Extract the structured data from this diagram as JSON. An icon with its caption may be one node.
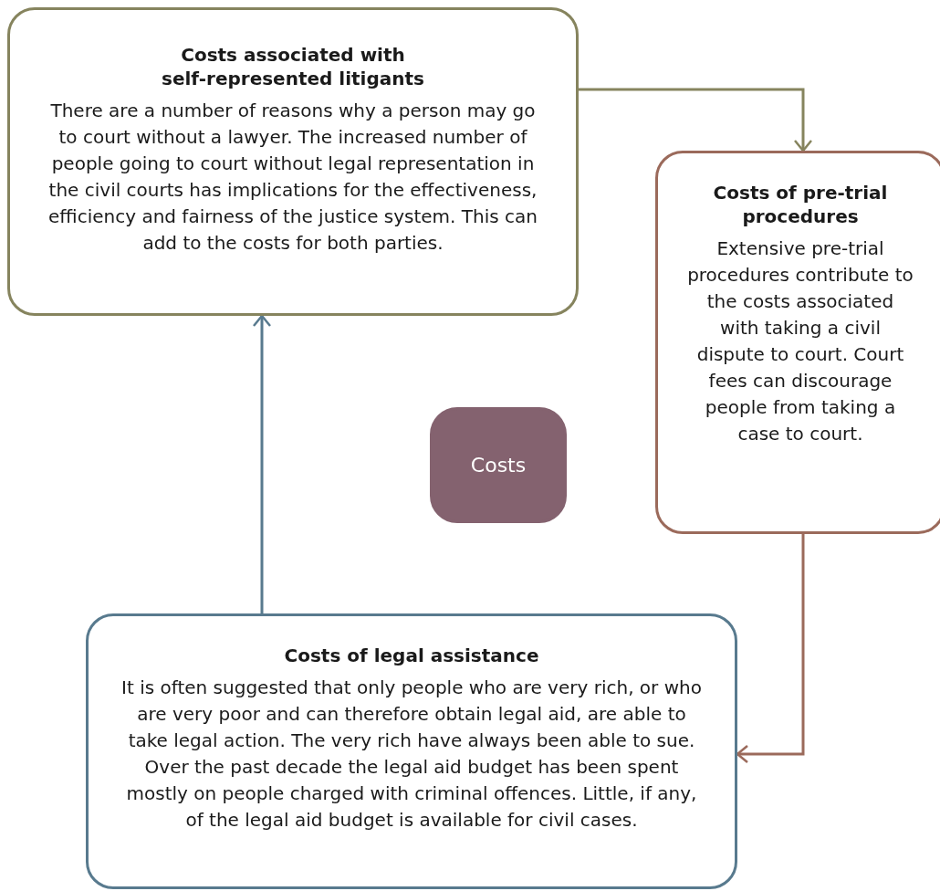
{
  "diagram": {
    "nodes": [
      {
        "text": [
          "Costs associated with self-represented litigants",
          "There are a number of reasons why a person may go to court without a lawyer. The increased number of people going to court without legal representation in the civil courts has implications for the effectiveness, efficiency and fairness of the justice system. This can add to the costs for both parties."
        ]
      },
      {
        "text": [
          "Costs of pre-trial procedures",
          "Extensive pre-trial procedures contribute to the costs associated with taking a civil dispute to court. Court fees can discourage people from taking a case to court."
        ]
      },
      {
        "text": [
          "Costs"
        ]
      },
      {
        "text": [
          "Costs of legal assistance",
          "It is often suggested that only people who are very rich, or who are very poor and can therefore obtain legal aid, are able to take legal action. The very rich have always been able to sue. Over the past decade the legal aid budget has been spent mostly on people charged with criminal offences. Little, if any, of the legal aid budget is available for civil cases."
        ]
      }
    ],
    "edges": [
      {
        "from": 0,
        "to": 1,
        "arrow": "to",
        "color": "#86845e"
      },
      {
        "from": 1,
        "to": 3,
        "arrow": "to",
        "color": "#9b6a5b"
      },
      {
        "from": 3,
        "to": 0,
        "arrow": "to",
        "color": "#587a8e"
      }
    ]
  }
}
